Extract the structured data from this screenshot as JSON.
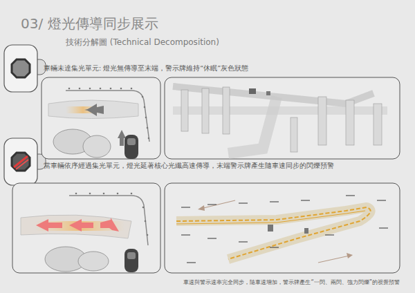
{
  "diagram": {
    "title": "03/ 燈光傳導同步展示",
    "caption": "車速與警示速率完全同步，隨車速增加，警示牌產生“一閃、兩閃、強力閃爍”的視覺預警",
    "labels": [
      "技術分解圖 (Technical Decomposition)",
      "車輛未達集光單元: 燈光無傳導至末端，警示牌維持“休眠”灰色狀態",
      "當車輛依序經過集光單元，燈光延著核心光纖高速傳導，末端警示牌產生隨車速同步的閃爍預警"
    ]
  }
}
